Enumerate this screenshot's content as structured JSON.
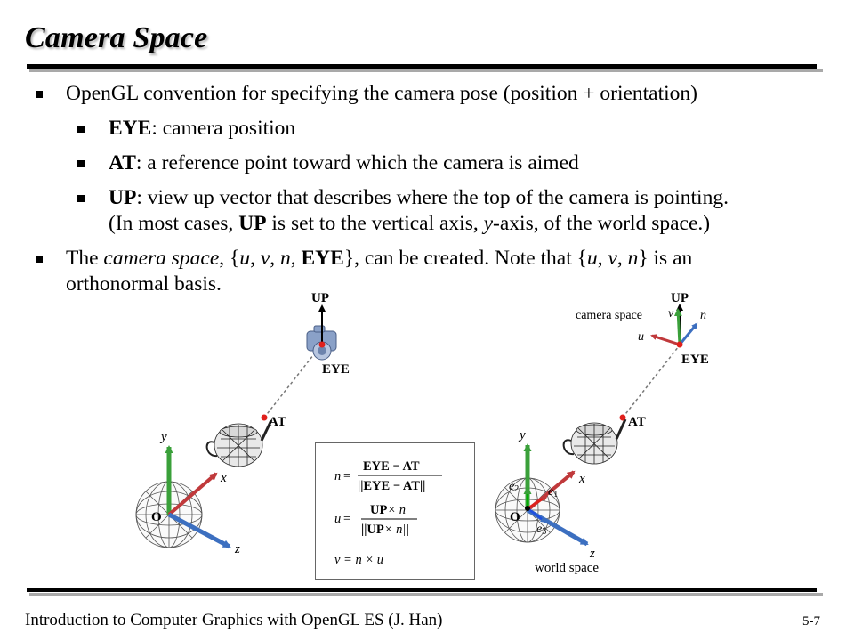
{
  "slide": {
    "title": "Camera Space",
    "bullets": {
      "b1": "OpenGL convention for specifying the camera pose (position + orientation)",
      "eye_term": "EYE",
      "eye_desc": ": camera position",
      "at_term": "AT",
      "at_desc": ": a reference point toward which the camera is aimed",
      "up_term": "UP",
      "up_desc": ": view up vector that describes where the top of the camera is pointing.",
      "up_note_pre": "(In most cases, ",
      "up_note_term": "UP",
      "up_note_mid": " is set to the vertical axis, ",
      "up_note_y": "y",
      "up_note_post": "-axis, of the world space.)",
      "b2_pre": "The ",
      "b2_italic": "camera space",
      "b2_set1": ", {",
      "b2_u": "u",
      "b2_c1": ", ",
      "b2_v": "v",
      "b2_c2": ", ",
      "b2_n": "n",
      "b2_c3": ", ",
      "b2_eye": "EYE",
      "b2_mid": "}, can be created. Note that {",
      "b2_u2": "u",
      "b2_c4": ", ",
      "b2_v2": "v",
      "b2_c5": ", ",
      "b2_n2": "n",
      "b2_post": "} is an",
      "b2_line2": "orthonormal basis."
    },
    "figure_left": {
      "up": "UP",
      "eye": "EYE",
      "at": "AT",
      "axis_y": "y",
      "axis_x": "x",
      "axis_z": "z",
      "origin": "O"
    },
    "figure_right": {
      "up": "UP",
      "camera_space": "camera space",
      "v": "v",
      "n": "n",
      "u": "u",
      "eye": "EYE",
      "at": "AT",
      "axis_y": "y",
      "axis_x": "x",
      "axis_z": "z",
      "origin": "O",
      "e1": "e",
      "e1_sub": "1",
      "e2": "e",
      "e2_sub": "2",
      "e3": "e",
      "e3_sub": "3",
      "world_space": "world space"
    },
    "equations": {
      "n_lhs": "n",
      "n_eq": "=",
      "n_num": "EYE − AT",
      "n_den": "||EYE − AT||",
      "u_lhs": "u",
      "u_eq": "=",
      "u_num_a": "UP",
      "u_num_b": "× n",
      "u_den_a": "||UP",
      "u_den_b": "× n||",
      "v_eq": "v = n × u"
    },
    "footer": {
      "course": "Introduction to Computer Graphics with OpenGL ES (J. Han)",
      "page": "5-7"
    },
    "colors": {
      "x_axis": "#c0393b",
      "y_axis": "#3aa03a",
      "z_axis": "#3c6fc0",
      "point": "#e0201c",
      "rule_shadow": "#a9a9a9"
    }
  }
}
